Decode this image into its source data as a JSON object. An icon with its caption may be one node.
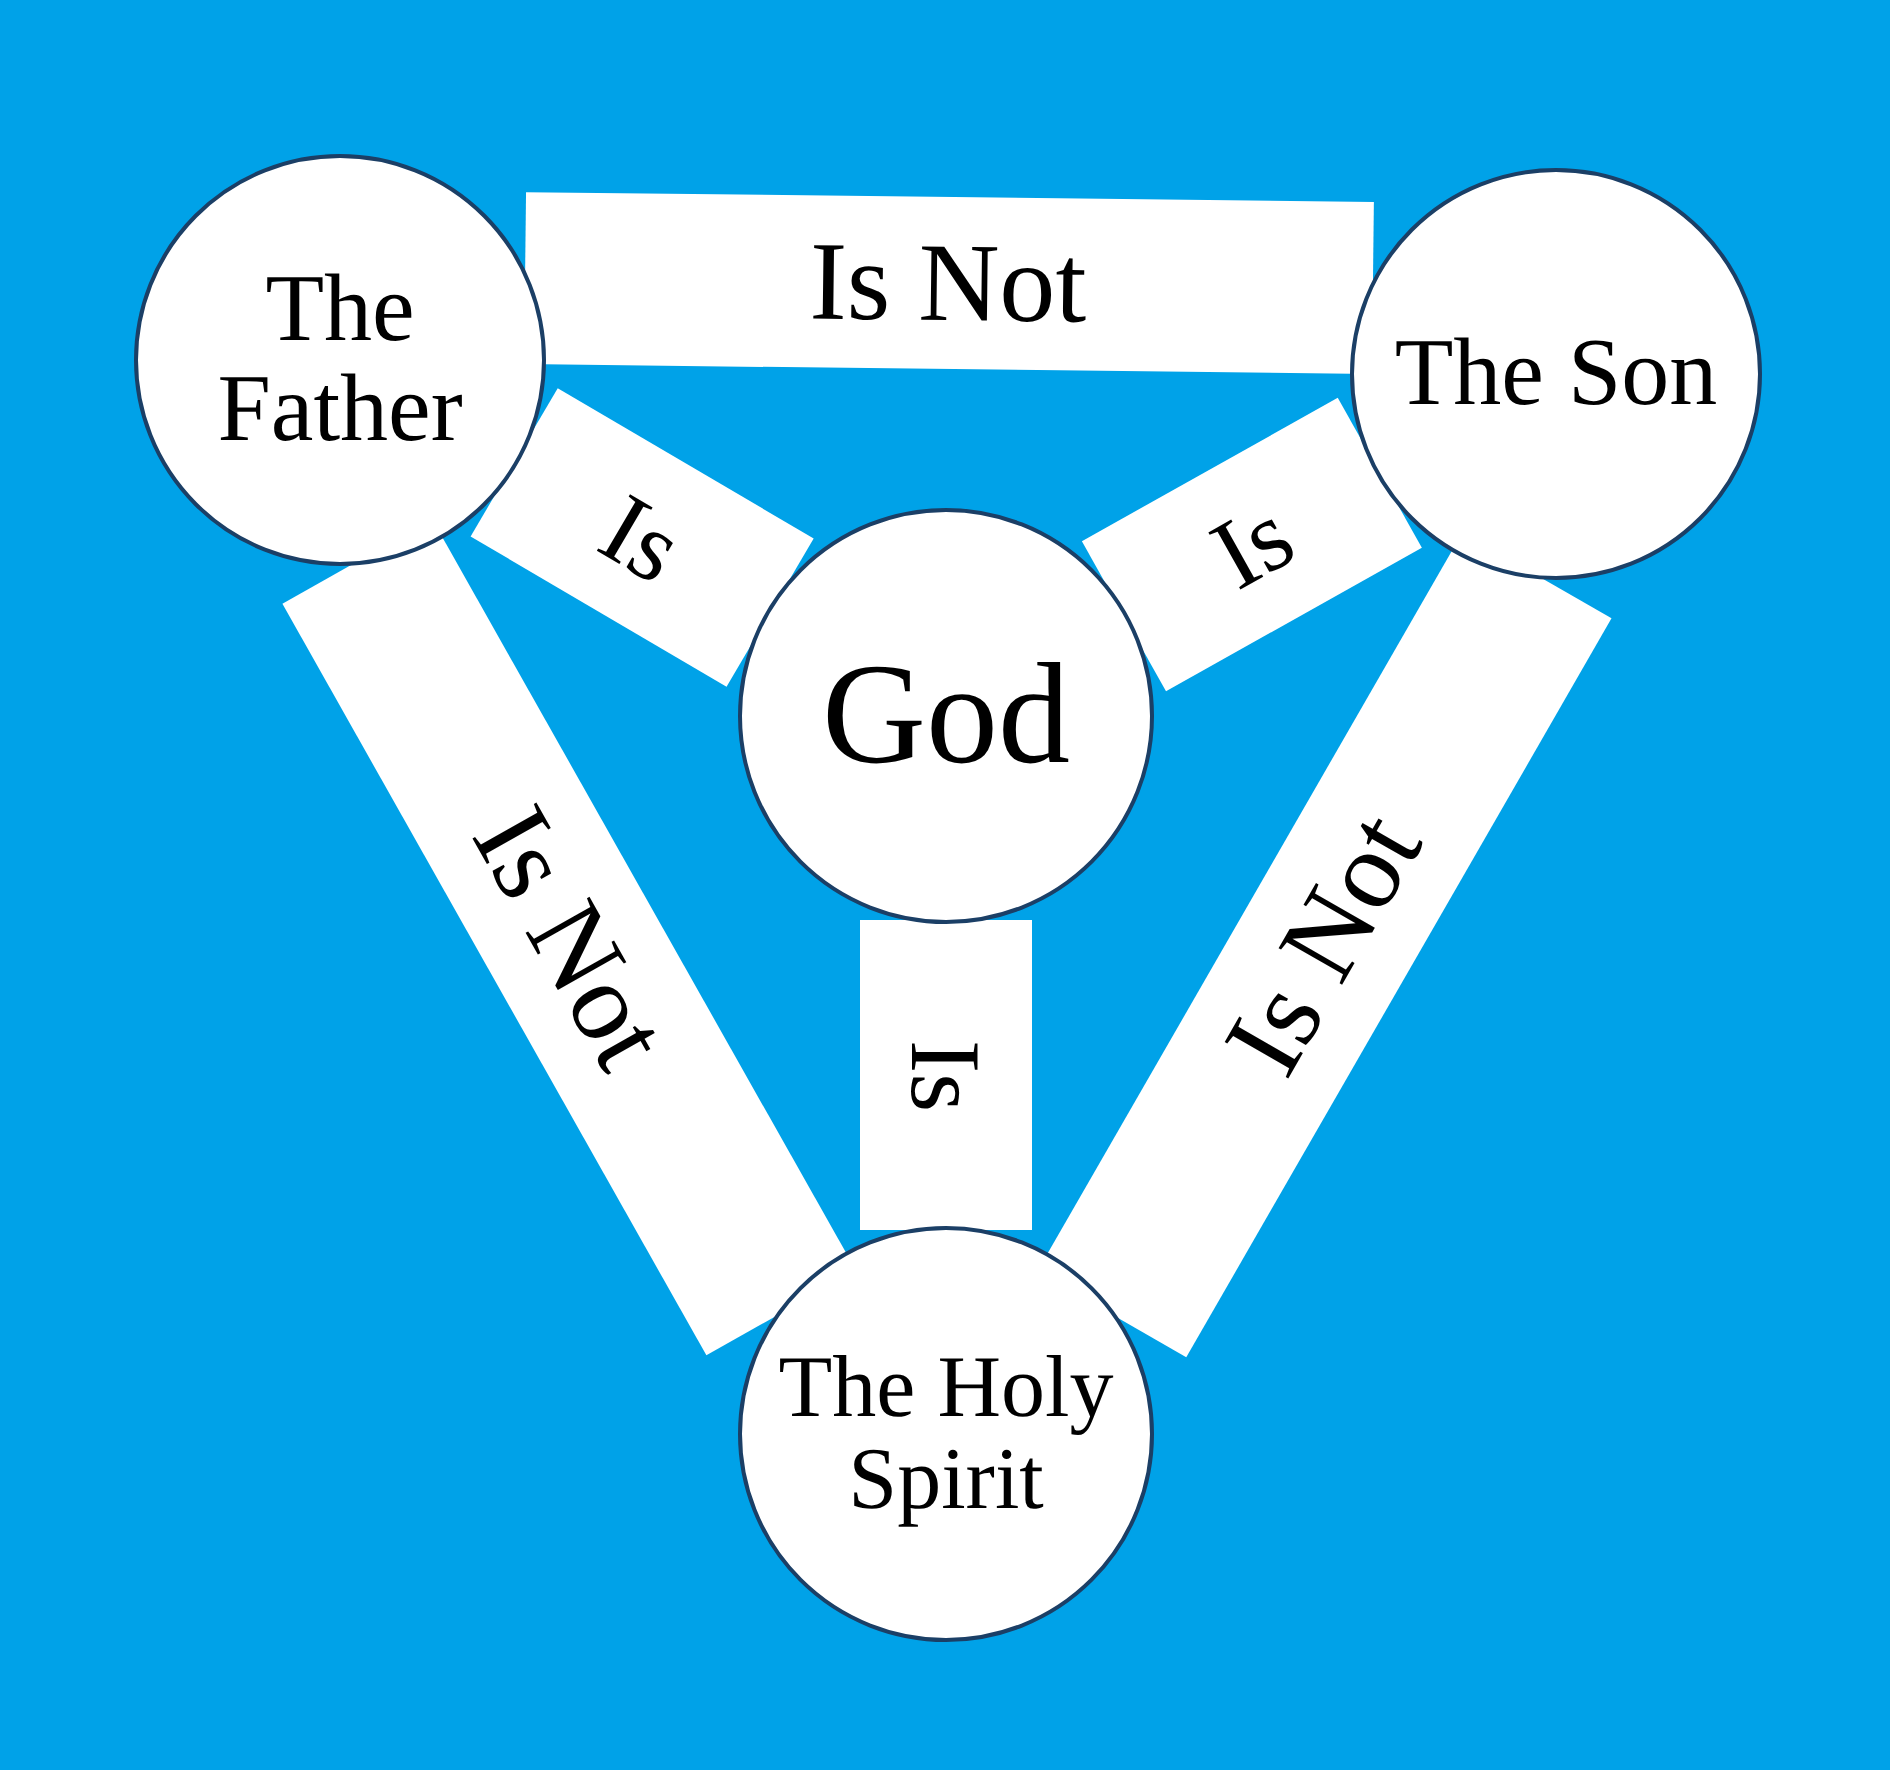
{
  "diagram": {
    "nodes": [
      {
        "text": [
          "The Father"
        ]
      },
      {
        "text": [
          "The Son"
        ]
      },
      {
        "text": [
          "God"
        ]
      },
      {
        "text": [
          "The Holy Spirit"
        ]
      }
    ],
    "edges": [
      {
        "from": 0,
        "to": 1,
        "arrow": "none",
        "label": "Is Not"
      },
      {
        "from": 0,
        "to": 2,
        "arrow": "none",
        "label": "Is"
      },
      {
        "from": 1,
        "to": 2,
        "arrow": "none",
        "label": "Is"
      },
      {
        "from": 2,
        "to": 3,
        "arrow": "none",
        "label": "Is"
      },
      {
        "from": 0,
        "to": 3,
        "arrow": "none",
        "label": "Is Not"
      },
      {
        "from": 1,
        "to": 3,
        "arrow": "none",
        "label": "Is Not"
      }
    ]
  }
}
